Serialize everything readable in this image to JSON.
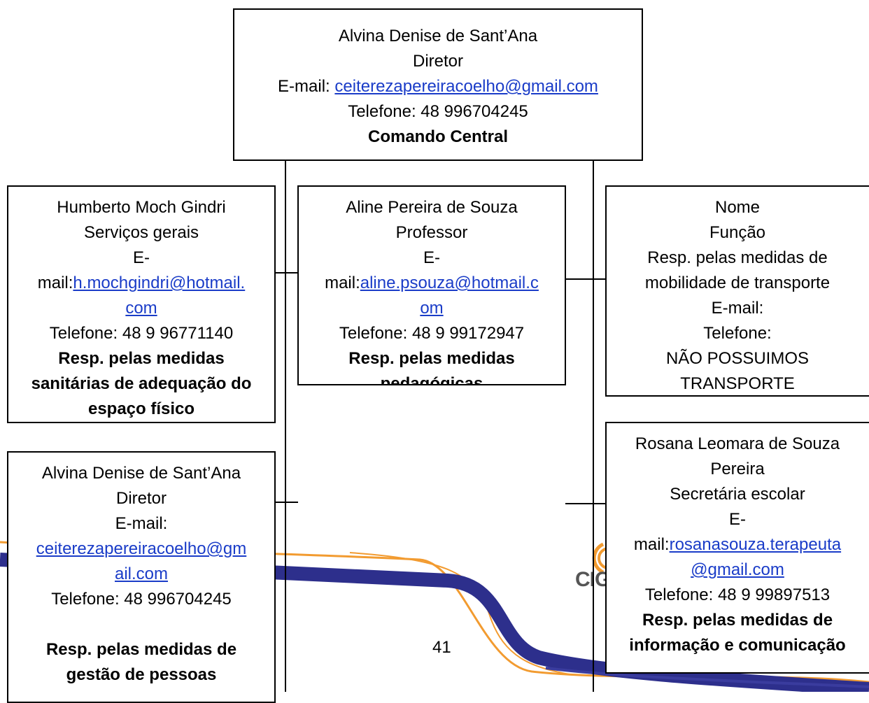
{
  "colors": {
    "link": "#1a3cc8",
    "swoosh_orange": "#f29b30",
    "swoosh_blue": "#2d2f8c"
  },
  "central": {
    "name": "Alvina Denise de Sant’Ana",
    "role": "Diretor",
    "email_label": "E-mail: ",
    "email": "ceiterezapereiracoelho@gmail.com",
    "phone": "Telefone: 48 996704245",
    "title": "Comando Central"
  },
  "box_humberto": {
    "name": "Humberto Moch Gindri",
    "role": "Serviços gerais",
    "email_label_1": "E-",
    "email_label_2": "mail:",
    "email_1": "h.mochgindri@hotmail.",
    "email_2": "com",
    "phone": "Telefone: 48 9 96771140",
    "resp_1": "Resp. pelas medidas",
    "resp_2": "sanitárias de adequação do",
    "resp_3": "espaço físico"
  },
  "box_aline": {
    "name": "Aline Pereira de Souza",
    "role": "Professor",
    "email_label_1": "E-",
    "email_label_2": "mail:",
    "email_1": "aline.psouza@hotmail.c",
    "email_2": "om",
    "phone": "Telefone: 48 9 99172947",
    "resp_1": "Resp. pelas medidas",
    "resp_2": "pedagógicas"
  },
  "box_nome": {
    "name": "Nome",
    "role": "Função",
    "resp_1": "Resp. pelas medidas de",
    "resp_2": "mobilidade de transporte",
    "email": "E-mail:",
    "phone": "Telefone:",
    "note_1": "NÃO POSSUIMOS",
    "note_2": "TRANSPORTE"
  },
  "box_alvina2": {
    "name": "Alvina Denise de Sant’Ana",
    "role": "Diretor",
    "email_label": "E-mail:",
    "email_1": "ceiterezapereiracoelho@gm",
    "email_2": "ail.com",
    "phone": "Telefone: 48 996704245",
    "resp_1": "Resp. pelas medidas de",
    "resp_2": "gestão de pessoas"
  },
  "box_rosana": {
    "name_1": "Rosana Leomara de Souza",
    "name_2": "Pereira",
    "role": "Secretária escolar",
    "email_label_1": "E-",
    "email_label_2": "mail:",
    "email_1": "rosanasouza.terapeuta",
    "email_2": "@gmail.com",
    "phone": "Telefone: 48 9 99897513",
    "resp_1": "Resp. pelas medidas de",
    "resp_2": "informação e comunicação"
  },
  "page_number": "41",
  "logo_text": "CIG"
}
